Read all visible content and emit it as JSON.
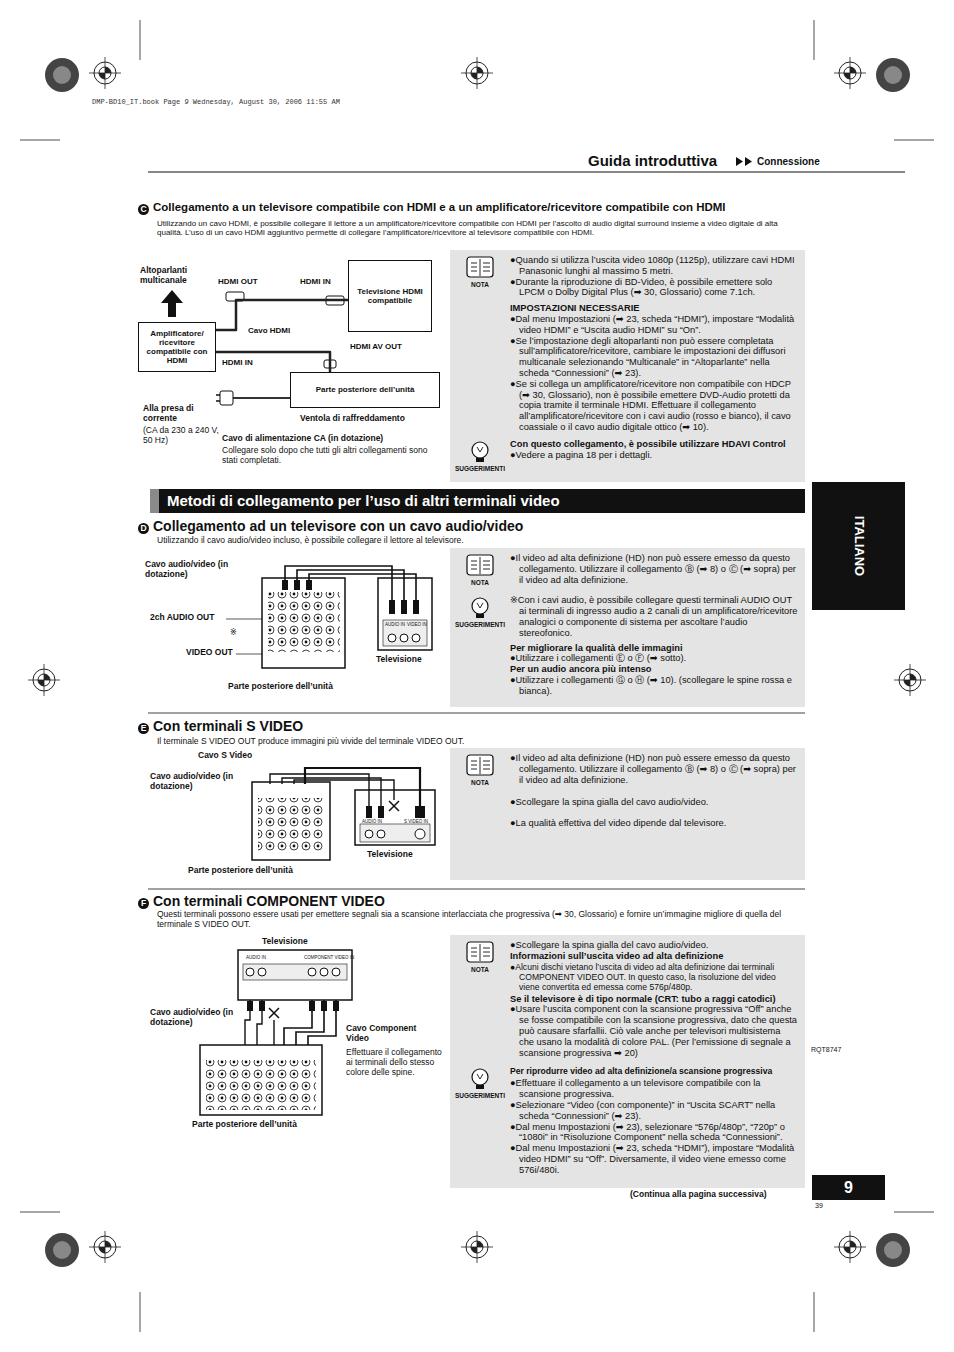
{
  "diagram": {
    "title": "Guida introduttiva",
    "nodes": [
      {
        "text": [
          "Amplificatore/ ricevitore compatibile con HDMI"
        ]
      },
      {
        "text": [
          "Televisione HDMI compatibile"
        ]
      },
      {
        "text": [
          "Parte posteriore dell’unità"
        ]
      },
      {
        "text": [
          "NOTA",
          "●Quando si utilizza l’uscita video 1080p (1125p), utilizzare cavi HDMI Panasonic lunghi al massimo 5 metri.",
          "●Durante la riproduzione di BD-Video, è possibile emettere solo LPCM o Dolby Digital Plus (➡ 30, Glossario) come 7.1ch.",
          "IMPOSTAZIONI NECESSARIE",
          "●Dal menu Impostazioni (➡ 23, scheda “HDMI”), impostare “Modalità video HDMI” e “Uscita audio HDMI” su “On”.",
          "●Se l’impostazione degli altoparlanti non può essere completata sull’amplificatore/ricevitore, cambiare le impostazioni dei diffusori multicanale selezionando “Multicanale” in “Altoparlante” nella scheda “Connessioni” (➡ 23).",
          "●Se si collega un amplificatore/ricevitore non compatibile con HDCP (➡ 30, Glossario), non è possibile emettere DVD-Audio protetti da copia tramite il terminale HDMI. Effettuare il collegamento all’amplificatore/ricevitore con i cavi audio (rosso e bianco), il cavo coassiale o il cavo audio digitale ottico (➡ 10).",
          "SUGGERIMENTI",
          "Con questo collegamento, è possibile utilizzare HDAVI Control",
          "●Vedere a pagina 18 per i dettagli."
        ]
      },
      {
        "text": [
          "Metodi di collegamento per l’uso di altri terminali video"
        ]
      },
      {
        "text": [
          "ITALIANO"
        ]
      },
      {
        "text": [
          "NOTA",
          "●Il video ad alta definizione (HD) non può essere emesso da questo collegamento. Utilizzare il collegamento Ⓑ (➡ 8) o Ⓒ (➡ sopra) per il video ad alta definizione.",
          "SUGGERIMENTI",
          "※Con i cavi audio, è possibile collegare questi terminali AUDIO OUT ai terminali di ingresso audio a 2 canali di un amplificatore/ricevitore analogici o componente di sistema per ascoltare l’audio stereofonico.",
          "Per migliorare la qualità delle immagini",
          "●Utilizzare i collegamenti Ⓔ o Ⓕ (➡ sotto).",
          "Per un audio ancora più intenso",
          "●Utilizzare i collegamenti Ⓖ o Ⓗ (➡ 10). (scollegare le spine rossa e bianca)."
        ]
      },
      {
        "text": [
          "NOTA",
          "●Il video ad alta definizione (HD) non può essere emesso da questo collegamento. Utilizzare il collegamento Ⓑ (➡ 8) o Ⓒ (➡ sopra) per il video ad alta definizione.",
          "●Scollegare la spina gialla del cavo audio/video.",
          "●La qualità effettiva del video dipende dal televisore."
        ]
      },
      {
        "text": [
          "NOTA",
          "●Scollegare la spina gialla del cavo audio/video.",
          "Informazioni sull’uscita video ad alta definizione",
          "●Alcuni dischi vietano l’uscita di video ad alta definizione dai terminali COMPONENT VIDEO OUT. In questo caso, la risoluzione del video viene convertita ed emessa come 576p/480p.",
          "Se il televisore è di tipo normale (CRT: tubo a raggi catodici)",
          "●Usare l’uscita component con la scansione progressiva “Off” anche se fosse compatibile con la scansione progressiva, dato che questa può causare sfarfallii. Ciò vale anche per televisori multisistema che usano la modalità di colore PAL. (Per l’emissione di segnale a scansione progressiva ➡ 20)",
          "SUGGERIMENTI",
          "Per riprodurre video ad alta definizione/a scansione progressiva",
          "●Effettuare il collegamento a un televisore compatibile con la scansione progressiva.",
          "●Selezionare “Video (con componente)” in “Uscita SCART” nella scheda “Connessioni” (➡ 23).",
          "●Dal menu Impostazioni (➡ 23), selezionare “576p/480p”, “720p” o “1080i” in “Risoluzione Component” nella scheda “Connessioni”.",
          "●Dal menu Impostazioni (➡ 23, scheda “HDMI”), impostare “Modalità video HDMI” su “Off”. Diversamente, il video viene emesso come 576i/480i."
        ]
      },
      {
        "text": [
          "9"
        ]
      }
    ],
    "edges": [
      {
        "from": 2,
        "to": 0,
        "arrow": "none",
        "label": "Cavo HDMI"
      },
      {
        "from": 0,
        "to": 1,
        "arrow": "none"
      }
    ],
    "labels": [
      "DMP-BD10_IT.book Page 9 Wednesday, August 30, 2006 11:55 AM",
      "Connessione",
      "C",
      "Collegamento a un televisore compatibile con HDMI e a un amplificatore/ricevitore compatibile con HDMI",
      "Utilizzando un cavo HDMI, è possibile collegare il lettore a un amplificatore/ricevitore compatibile con HDMI per l’ascolto di audio digital surround insieme a video digitale di alta qualità. L’uso di un cavo HDMI aggiuntivo permette di collegare l’amplificatore/ricevitore al televisore compatibile con HDMI.",
      "Altoparlanti multicanale",
      "HDMI OUT",
      "HDMI IN",
      "HDMI AV OUT",
      "HDMI IN",
      "Alla presa di corrente",
      "(CA da 230 a 240 V, 50 Hz)",
      "Ventola di raffreddamento",
      "Cavo di alimentazione CA (in dotazione)",
      "Collegare solo dopo che tutti gli altri collegamenti sono stati completati.",
      "D",
      "Collegamento ad un televisore con un cavo audio/video",
      "Utilizzando il cavo audio/video incluso, è possibile collegare il lettore al televisore.",
      "Cavo audio/video (in dotazione)",
      "2ch AUDIO OUT",
      "※",
      "VIDEO OUT",
      "AUDIO IN",
      "VIDEO IN",
      "Televisione",
      "Parte posteriore dell’unità",
      "E",
      "Con terminali S VIDEO",
      "Il terminale S VIDEO OUT produce immagini più vivide del terminale VIDEO OUT.",
      "Cavo S Video",
      "Cavo audio/video (in dotazione)",
      "AUDIO IN",
      "S VIDEO IN",
      "Televisione",
      "Parte posteriore dell’unità",
      "F",
      "Con terminali COMPONENT VIDEO",
      "Questi terminali possono essere usati per emettere segnali sia a scansione interlacciata che progressiva (➡ 30, Glossario) e fornire un’immagine migliore di quella del terminale S VIDEO OUT.",
      "Televisione",
      "AUDIO IN",
      "COMPONENT VIDEO IN",
      "Cavo audio/video (in dotazione)",
      "Cavo Component Video",
      "Effettuare il collegamento ai terminali dello stesso colore delle spine.",
      "Parte posteriore dell’unità",
      "RQT8747",
      "(Continua alla pagina successiva)",
      "39"
    ]
  }
}
